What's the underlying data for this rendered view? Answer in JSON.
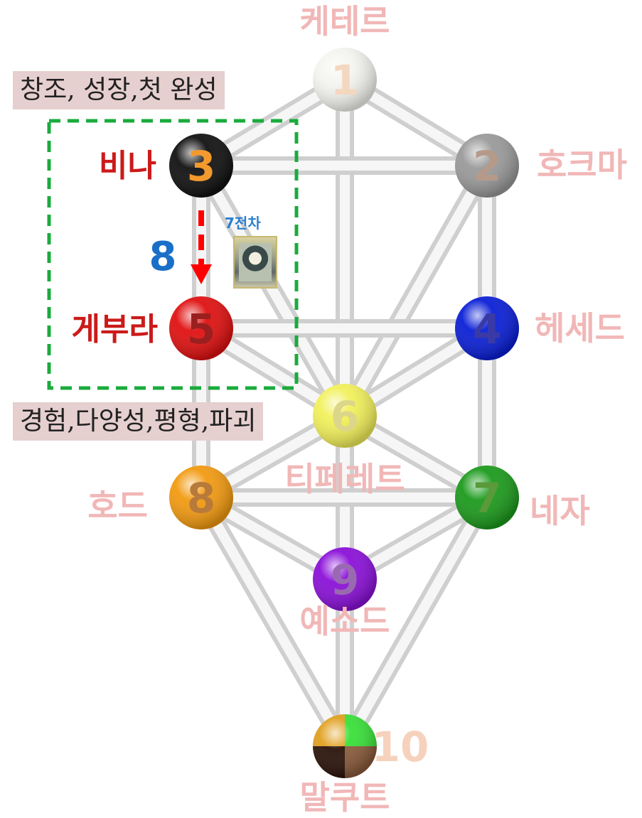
{
  "sephirot": [
    {
      "id": "s1",
      "number": "1",
      "name": "케테르",
      "color": "#f4f4f0",
      "numColor": "#f4d7bf"
    },
    {
      "id": "s2",
      "number": "2",
      "name": "호크마",
      "color": "#9a9a9a",
      "numColor": "#b59a8a"
    },
    {
      "id": "s3",
      "number": "3",
      "name": "비나",
      "color": "#111111",
      "numColor": "#f39a2e"
    },
    {
      "id": "s4",
      "number": "4",
      "name": "헤세드",
      "color": "#0a1fd6",
      "numColor": "#3a3aa6"
    },
    {
      "id": "s5",
      "number": "5",
      "name": "게부라",
      "color": "#e01010",
      "numColor": "#9a2020"
    },
    {
      "id": "s6",
      "number": "6",
      "name": "티페레트",
      "color": "#f2f05a",
      "numColor": "#dcd68a"
    },
    {
      "id": "s7",
      "number": "7",
      "name": "네자",
      "color": "#1c9a1c",
      "numColor": "#5a9a3a"
    },
    {
      "id": "s8",
      "number": "8",
      "name": "호드",
      "color": "#f29a10",
      "numColor": "#b77a3a"
    },
    {
      "id": "s9",
      "number": "9",
      "name": "예소드",
      "color": "#8a10d8",
      "numColor": "#9a6ab0"
    },
    {
      "id": "s10",
      "number": "10",
      "name": "말쿠트",
      "color": "#e0a020",
      "numColor": "#f6d2bd"
    }
  ],
  "highlight": {
    "path_number": "8",
    "tarot_label": "7전차",
    "caption_top": "창조, 성장,첫 완성",
    "caption_bottom": "경험,다양성,평형,파괴"
  },
  "colors": {
    "faded_label": "#f1b7b7",
    "strong_label": "#cc1a1a",
    "path_blue": "#1a6fc8",
    "arrow": "#ff0000",
    "box_border": "#1aab3c",
    "caption_bg": "#e6cfcf",
    "malkuth_quarters": [
      "#38e038",
      "#8a5a3a",
      "#2a1208",
      "#e0a020"
    ]
  }
}
